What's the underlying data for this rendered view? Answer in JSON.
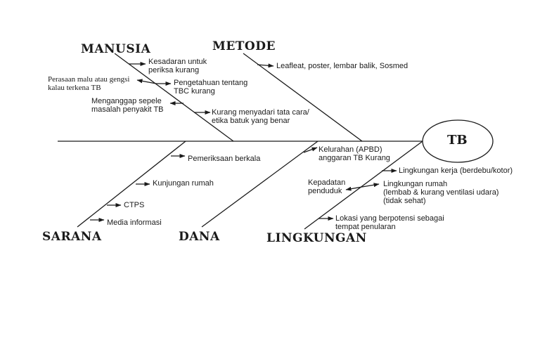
{
  "problem": "TB",
  "categories": {
    "manusia": "MANUSIA",
    "metode": "METODE",
    "sarana": "SARANA",
    "dana": "DANA",
    "lingkungan": "LINGKUNGAN"
  },
  "causes": {
    "manusia": [
      "Kesadaran untuk\nperiksa kurang",
      "Pengetahuan tentang\nTBC kurang",
      "Menganggap sepele\nmasalah penyakit TB",
      "Kurang menyadari tata cara/\netika batuk yang benar"
    ],
    "manusia_sub": "Perasaan malu atau gengsi\nkalau terkena TB",
    "metode": [
      "Leafleat, poster, lembar balik, Sosmed"
    ],
    "sarana": [
      "Pemeriksaan berkala",
      "Kunjungan rumah",
      "CTPS",
      "Media informasi"
    ],
    "dana": [
      "Kelurahan (APBD)\nanggaran TB Kurang"
    ],
    "lingkungan": [
      "Lingkungan kerja (berdebu/kotor)",
      "Lingkungan rumah\n(lembab & kurang ventilasi udara)\n(tidak sehat)",
      "Lokasi yang berpotensi sebagai\ntempat penularan"
    ],
    "lingkungan_sub": "Kepadatan\npenduduk"
  }
}
